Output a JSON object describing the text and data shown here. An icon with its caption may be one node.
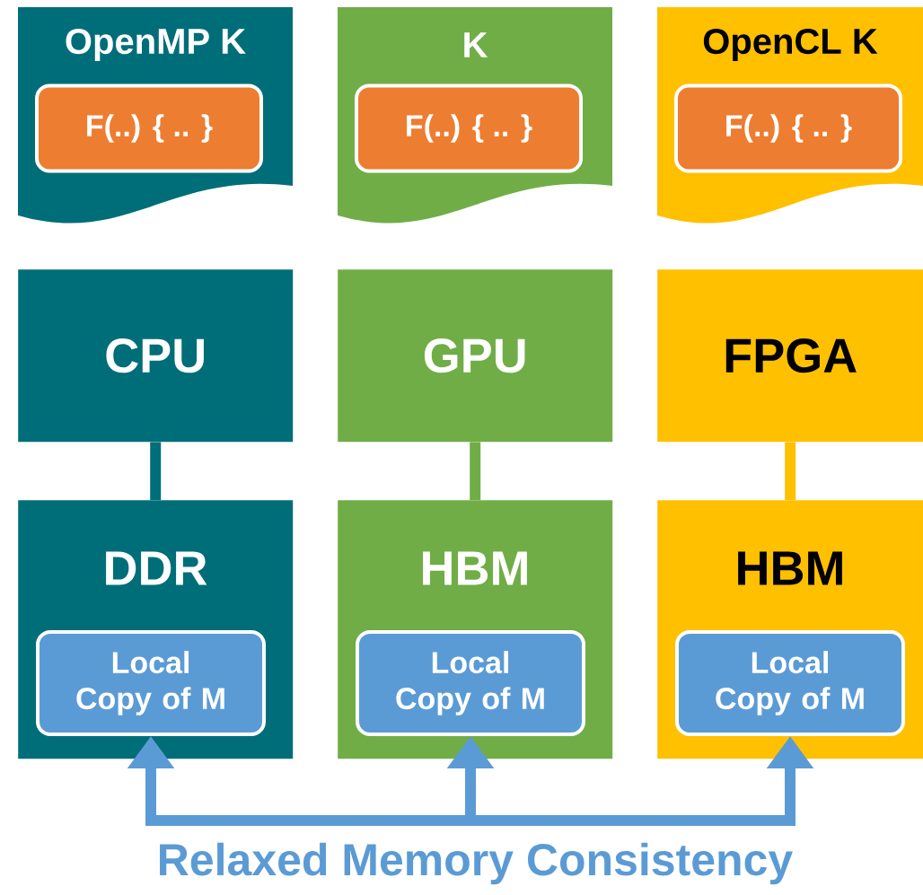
{
  "diagram": {
    "nodes": [
      {
        "text": [
          "OpenMP K"
        ]
      },
      {
        "text": [
          "F(..) { .. }"
        ],
        "in": 0
      },
      {
        "text": [
          "K"
        ]
      },
      {
        "text": [
          "F(..) { .. }"
        ],
        "in": 2
      },
      {
        "text": [
          "OpenCL K"
        ]
      },
      {
        "text": [
          "F(..) { .. }"
        ],
        "in": 4
      },
      {
        "text": [
          "CPU"
        ]
      },
      {
        "text": [
          "GPU"
        ]
      },
      {
        "text": [
          "FPGA"
        ]
      },
      {
        "text": [
          "DDR"
        ]
      },
      {
        "text": [
          "Local Copy of M"
        ],
        "in": 9
      },
      {
        "text": [
          "HBM"
        ]
      },
      {
        "text": [
          "Local Copy of M"
        ],
        "in": 11
      },
      {
        "text": [
          "HBM"
        ]
      },
      {
        "text": [
          "Local Copy of M"
        ],
        "in": 13
      }
    ],
    "edges": [
      {
        "from": 6,
        "to": 9,
        "arrow": "none",
        "color": "#006e78"
      },
      {
        "from": 7,
        "to": 11,
        "arrow": "none",
        "color": "#70ad47"
      },
      {
        "from": 8,
        "to": 13,
        "arrow": "none",
        "color": "#ffc000"
      },
      {
        "from": 10,
        "to": 14,
        "arrow": "both",
        "color": "#5b9bd5"
      },
      {
        "from": null,
        "to": 12,
        "arrow": "to",
        "color": "#5b9bd5"
      }
    ],
    "labels": [
      "Relaxed Memory Consistency"
    ]
  }
}
